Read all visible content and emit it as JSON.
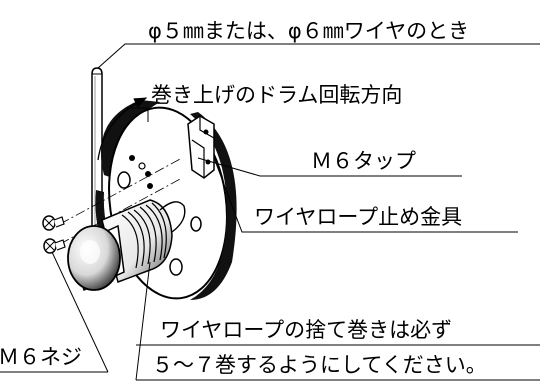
{
  "labels": {
    "wire_size": "φ５㎜または、φ６㎜ワイヤのとき",
    "drum_rotation": "巻き上げのドラム回転方向",
    "m6_tap": "Ｍ６タップ",
    "wire_stopper": "ワイヤロープ止め金具",
    "note_line1": "ワイヤロープの捨て巻きは必ず",
    "note_line2": "５～７巻するようにしてください。",
    "m6_screw": "Ｍ６ネジ"
  }
}
